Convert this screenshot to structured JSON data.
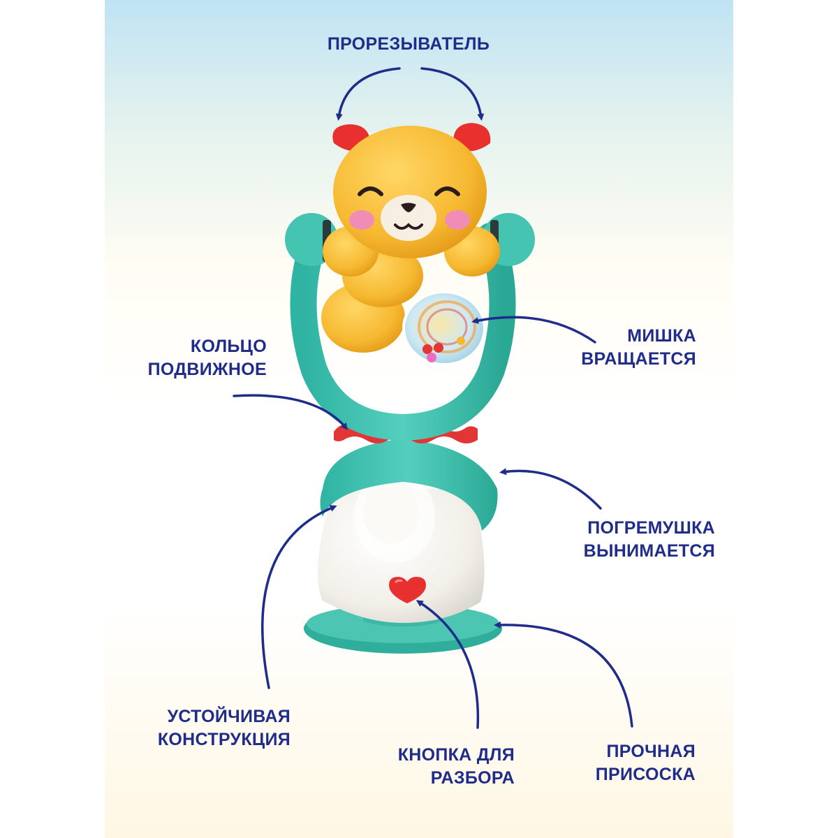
{
  "colors": {
    "background_top": "#bfe3f3",
    "background_bottom": "#fff7e4",
    "label_text": "#1f2c8a",
    "arrow": "#1f2c8a",
    "teal": "#3dbfae",
    "bear_yellow": "#f6b830",
    "ears_red": "#e8302e",
    "base_white": "#f4f2ec"
  },
  "image": {
    "subject": "baby teether toy with rotating bear on suction base"
  },
  "labels": {
    "teether": "ПРОРЕЗЫВАТЕЛЬ",
    "bear_rotates": {
      "line1": "МИШКА",
      "line2": "ВРАЩАЕТСЯ"
    },
    "movable_ring": {
      "line1": "КОЛЬЦО",
      "line2": "ПОДВИЖНОЕ"
    },
    "rattle_removable": {
      "line1": "ПОГРЕМУШКА",
      "line2": "ВЫНИМАЕТСЯ"
    },
    "stable_design": {
      "line1": "УСТОЙЧИВАЯ",
      "line2": "КОНСТРУКЦИЯ"
    },
    "disassembly_button": {
      "line1": "КНОПКА ДЛЯ",
      "line2": "РАЗБОРА"
    },
    "strong_suction": {
      "line1": "ПРОЧНАЯ",
      "line2": "ПРИСОСКА"
    }
  }
}
